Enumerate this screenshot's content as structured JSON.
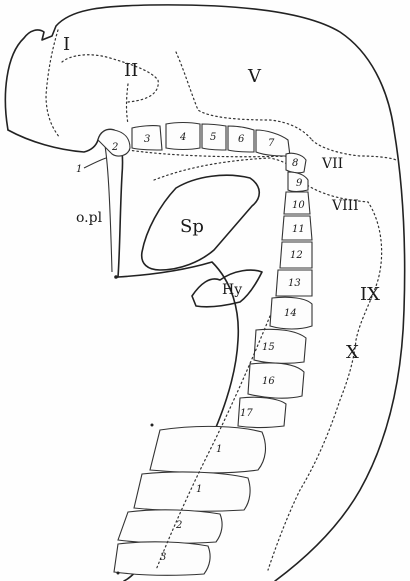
{
  "figure": {
    "labels": {
      "brain_I": "I",
      "brain_II": "II",
      "brain_V": "V",
      "brain_VII": "VII",
      "brain_VIII": "VIII",
      "brain_IX": "IX",
      "brain_X": "X",
      "opl": "o.pl",
      "sp": "Sp",
      "hy": "Hy",
      "pointer_1": "1"
    },
    "upper_segments": [
      "2",
      "3",
      "4",
      "5",
      "6",
      "7",
      "8",
      "9"
    ],
    "column_segments": [
      "10",
      "11",
      "12",
      "13",
      "14",
      "15",
      "16",
      "17"
    ],
    "lower_segments": [
      "1",
      "1",
      "2",
      "3"
    ]
  }
}
